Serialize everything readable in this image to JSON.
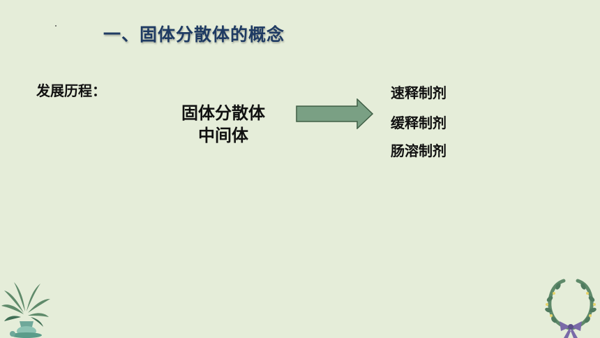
{
  "slide": {
    "title": "一、固体分散体的概念",
    "label": "发展历程：",
    "center_lines": [
      "固体分散体",
      "中间体"
    ],
    "results": [
      "速释制剂",
      "缓释制剂",
      "肠溶制剂"
    ]
  },
  "colors": {
    "background": "#e5edd9",
    "title": "#1f3b63",
    "arrow_fill": "#7aa084",
    "arrow_stroke": "#3f5e45"
  },
  "icons": {
    "left_decoration": "potted-plant-icon",
    "right_decoration": "wreath-icon"
  }
}
